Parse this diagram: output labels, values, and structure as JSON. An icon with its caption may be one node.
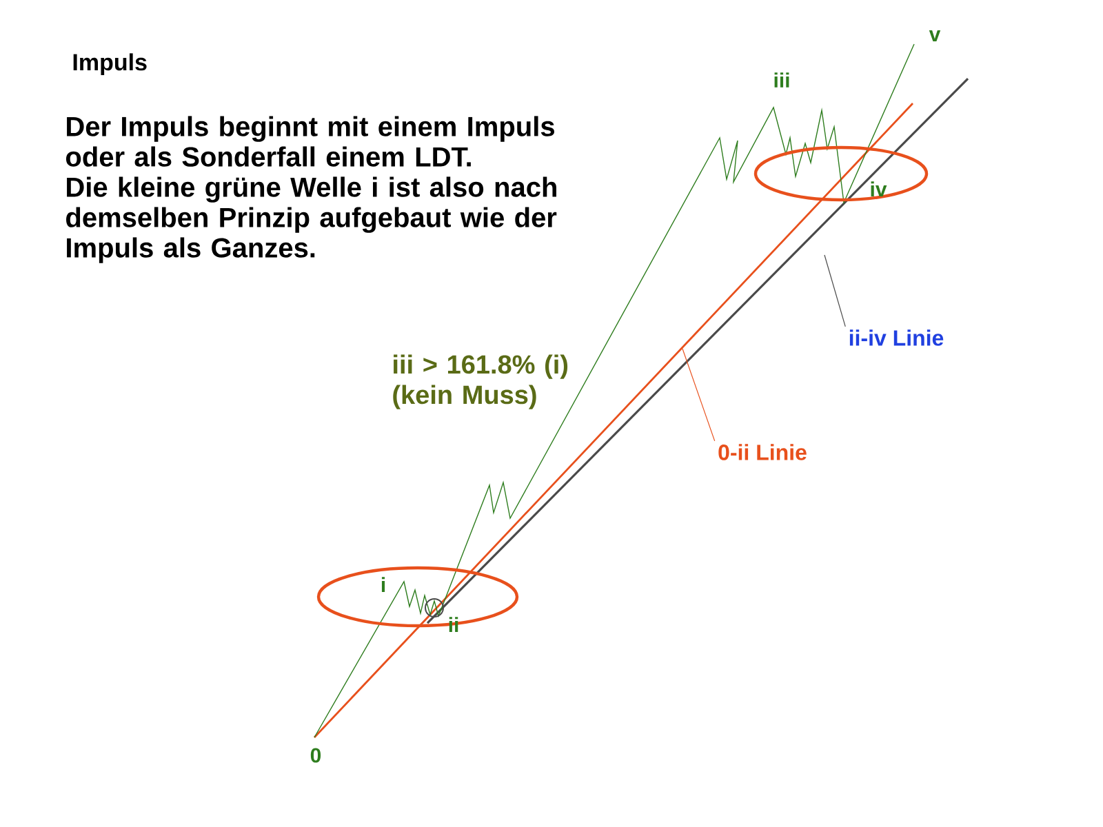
{
  "diagram": {
    "title": "Impuls",
    "nodes": [
      {
        "text": [
          "ii-iv Linie"
        ]
      },
      {
        "text": [
          "0-ii Linie"
        ]
      }
    ],
    "edges": [
      {
        "from": 0,
        "to": null,
        "arrow": "none"
      },
      {
        "from": 1,
        "to": null,
        "arrow": "none",
        "color": "#e8501c"
      }
    ],
    "labels": [
      "Der Impuls beginnt mit einem Impuls oder als Sonderfall einem LDT.",
      "Die kleine grüne Welle i ist also nach demselben Prinzip aufgebaut wie der Impuls als Ganzes.",
      "iii > 161.8% (i) (kein Muss)",
      "0",
      "i",
      "ii",
      "iii",
      "iv",
      "v"
    ]
  }
}
